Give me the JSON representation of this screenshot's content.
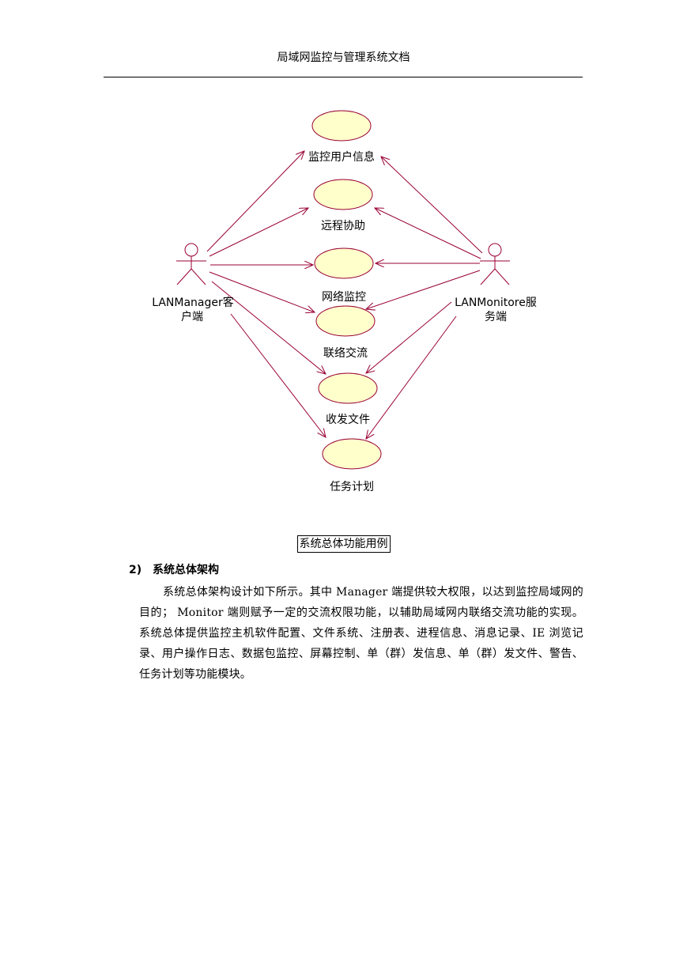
{
  "header": {
    "title": "局域网监控与管理系统文档"
  },
  "diagram": {
    "actors": {
      "manager": {
        "line1": "LANManager客",
        "line2": "户端"
      },
      "monitor": {
        "line1": "LANMonitore服",
        "line2": "务端"
      }
    },
    "use_cases": [
      "监控用户信息",
      "远程协助",
      "网络监控",
      "联络交流",
      "收发文件",
      "任务计划"
    ],
    "colors": {
      "ellipse_fill": "#ffffcc",
      "ellipse_stroke": "#990033",
      "line": "#990033"
    }
  },
  "caption": "系统总体功能用例",
  "section": {
    "number": "2)",
    "title": "系统总体架构",
    "body": "系统总体架构设计如下所示。其中 Manager 端提供较大权限，以达到监控局域网的目的； Monitor 端则赋予一定的交流权限功能，以辅助局域网内联络交流功能的实现。系统总体提供监控主机软件配置、文件系统、注册表、进程信息、消息记录、IE 浏览记录、用户操作日志、数据包监控、屏幕控制、单（群）发信息、单（群）发文件、警告、任务计划等功能模块。"
  }
}
